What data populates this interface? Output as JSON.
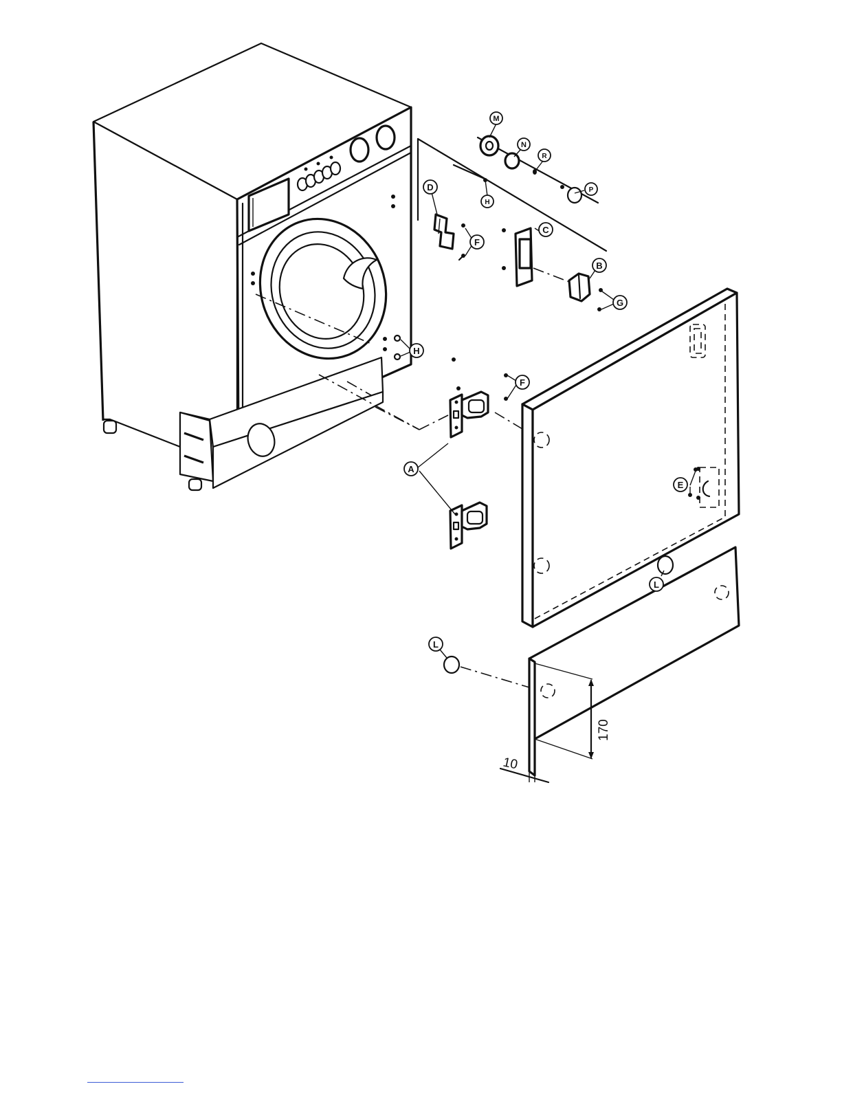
{
  "callouts": {
    "A": "A",
    "B": "B",
    "C": "C",
    "D": "D",
    "E": "E",
    "F": "F",
    "G": "G",
    "H": "H",
    "L": "L",
    "M": "M",
    "N": "N",
    "R": "R",
    "P": "P"
  },
  "dimensions": {
    "height": "170",
    "thickness": "10"
  }
}
